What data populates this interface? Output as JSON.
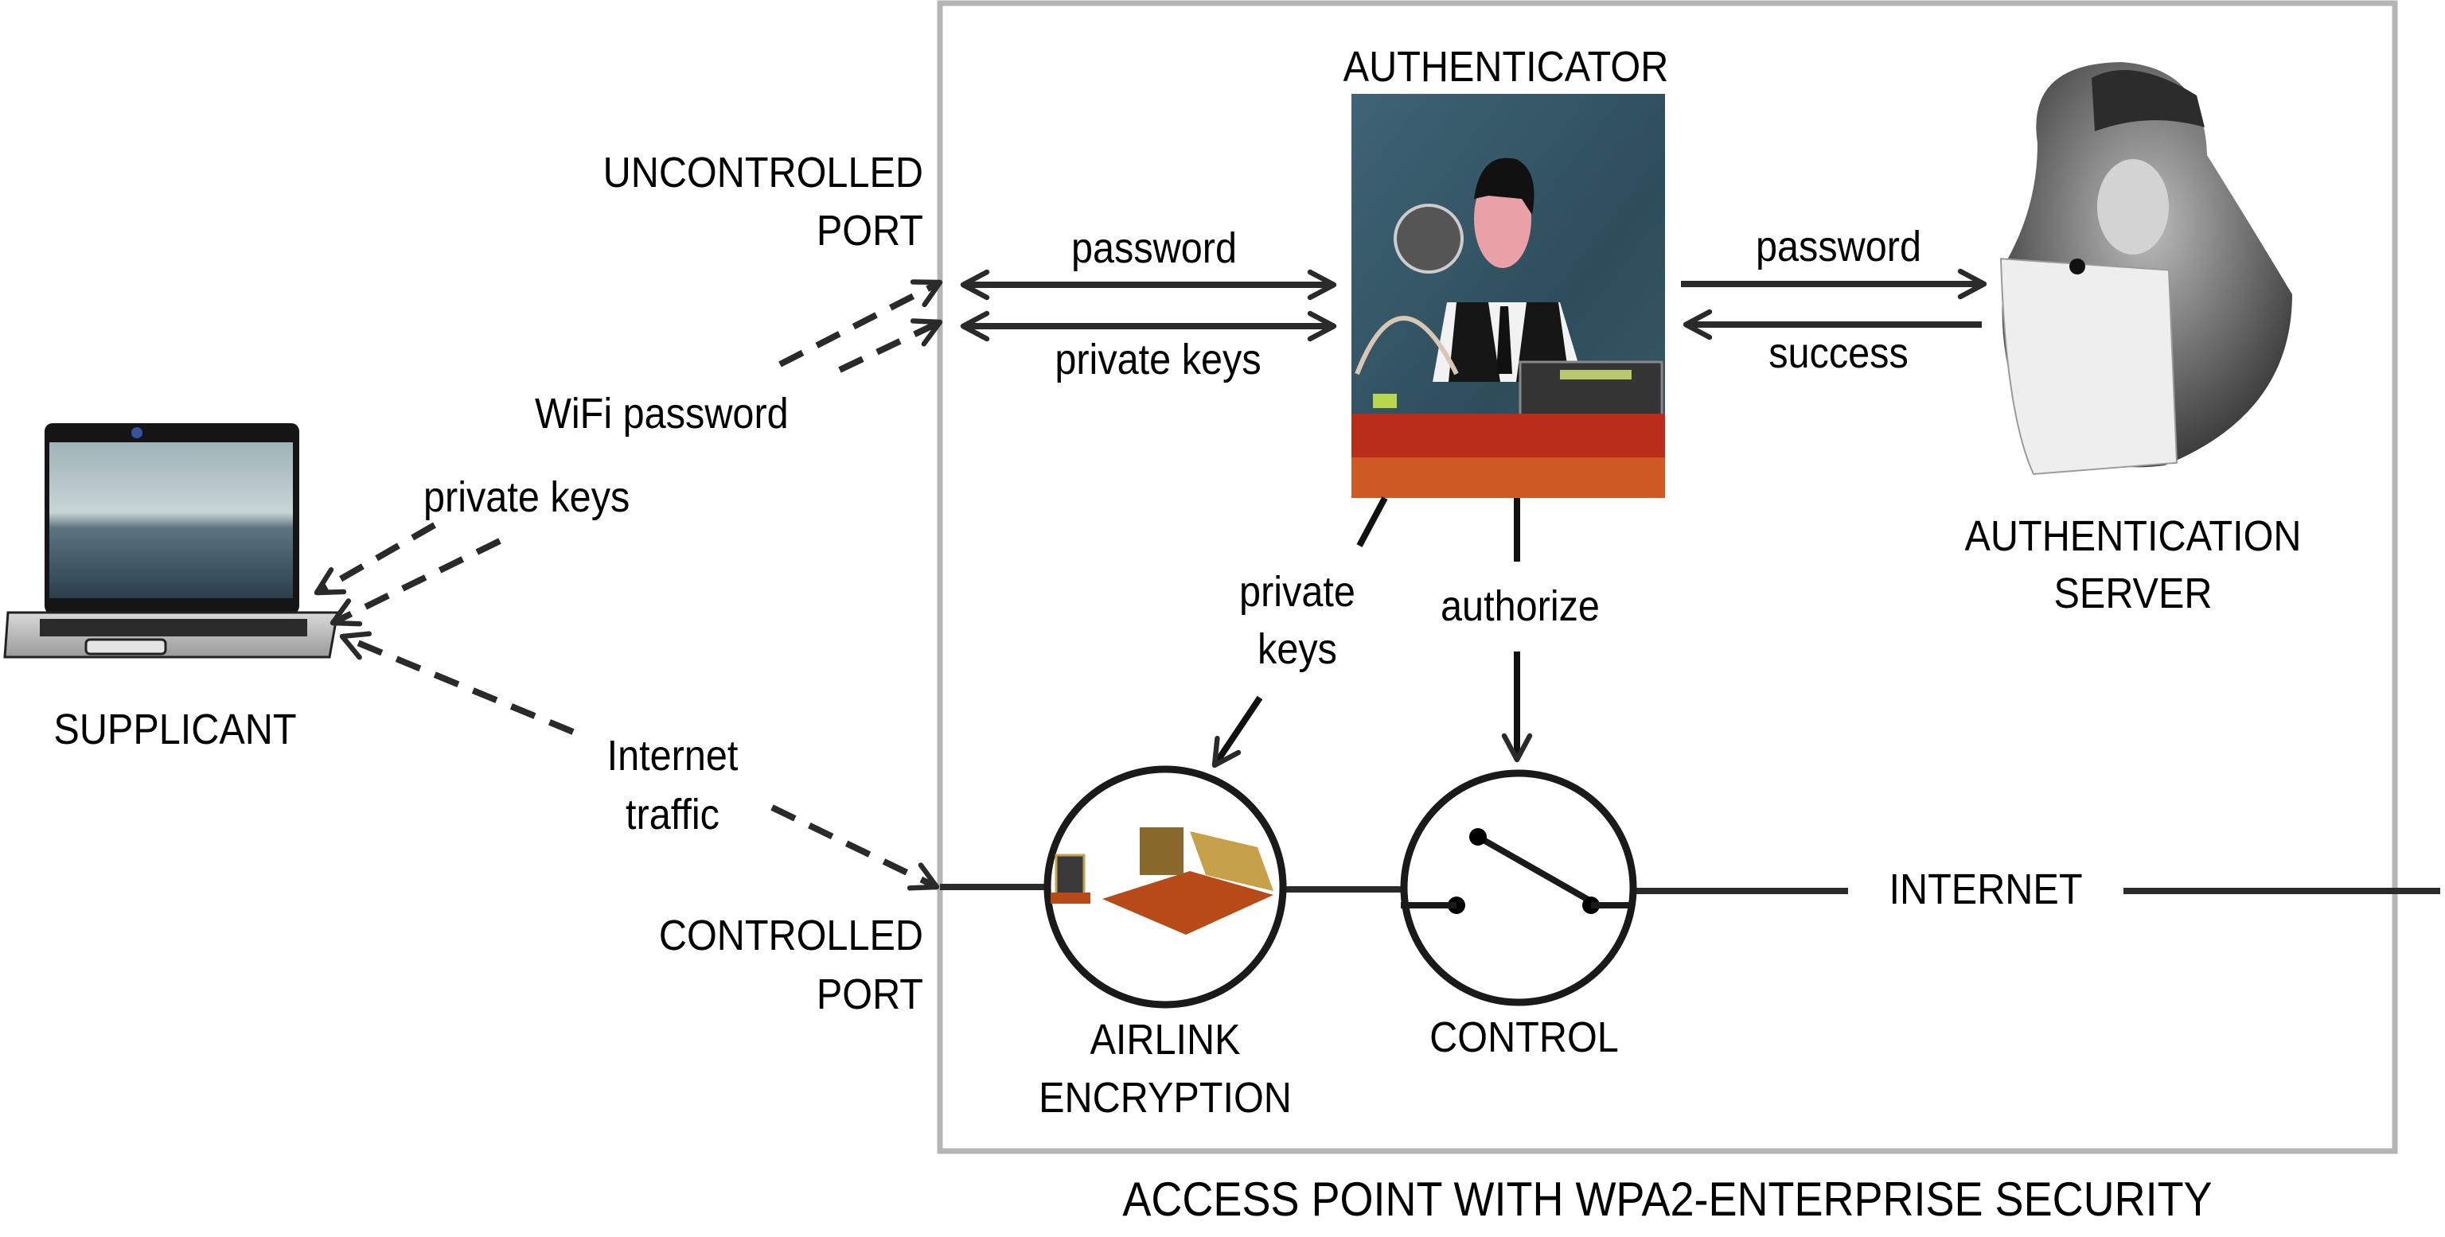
{
  "title": "ACCESS POINT WITH WPA2-ENTERPRISE SECURITY",
  "nodes": {
    "supplicant": {
      "label": "SUPPLICANT",
      "icon": "laptop-icon"
    },
    "authenticator": {
      "label": "AUTHENTICATOR",
      "icon": "bank-teller-illustration"
    },
    "authentication_server": {
      "label_line1": "AUTHENTICATION",
      "label_line2": "SERVER",
      "icon": "officer-on-telephone-photo"
    },
    "airlink_encryption": {
      "label_line1": "AIRLINK",
      "label_line2": "ENCRYPTION",
      "icon": "cipher-machine-icon"
    },
    "control": {
      "label": "CONTROL",
      "icon": "switch-icon"
    },
    "internet": {
      "label": "INTERNET"
    }
  },
  "ports": {
    "uncontrolled": {
      "line1": "UNCONTROLLED",
      "line2": "PORT"
    },
    "controlled": {
      "line1": "CONTROLLED",
      "line2": "PORT"
    }
  },
  "edges": {
    "supplicant_to_uncontrolled": {
      "label": "WiFi password",
      "style": "dashed"
    },
    "uncontrolled_to_supplicant": {
      "label": "private keys",
      "style": "dashed"
    },
    "supplicant_controlled": {
      "label_line1": "Internet",
      "label_line2": "traffic",
      "style": "dashed"
    },
    "port_authenticator_password": {
      "label": "password",
      "style": "solid-bidirectional"
    },
    "port_authenticator_keys": {
      "label": "private keys",
      "style": "solid-bidirectional"
    },
    "authenticator_to_server": {
      "label": "password",
      "style": "solid"
    },
    "server_to_authenticator": {
      "label": "success",
      "style": "solid"
    },
    "authenticator_to_encryption": {
      "label_line1": "private",
      "label_line2": "keys",
      "style": "solid"
    },
    "authenticator_to_control": {
      "label": "authorize",
      "style": "solid"
    }
  },
  "colors": {
    "line": "#2a2a2a",
    "box_border": "#b5b5b5",
    "text": "#000000"
  }
}
